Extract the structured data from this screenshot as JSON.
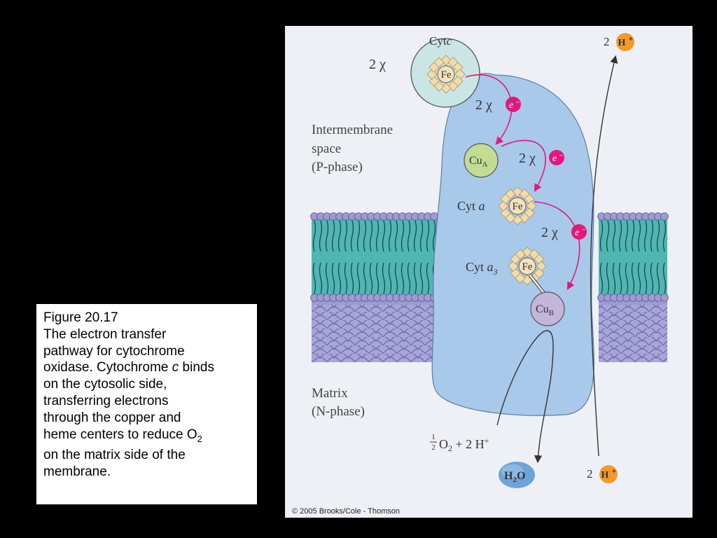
{
  "caption": {
    "figure_number": "Figure 20.17",
    "line1": "The electron transfer",
    "line2": "pathway for cytochrome",
    "line3_a": "oxidase. Cytochrome ",
    "line3_italic": "c",
    "line3_b": " binds",
    "line4": "on the cytosolic side,",
    "line5": "transferring electrons",
    "line6": "through the copper and",
    "line7_a": "heme centers to reduce O",
    "line7_sub": "2",
    "line8": "on the matrix side of the",
    "line9": "membrane."
  },
  "figure": {
    "cytc_label": "Cyt",
    "cytc_italic": "c",
    "fe_label": "Fe",
    "count_2chi": "2 χ",
    "electron_label": "e",
    "electron_charge": "–",
    "cua_label": "Cu",
    "cua_sub": "A",
    "cyta_label": "Cyt ",
    "cyta_italic": "a",
    "cyta3_label": "Cyt ",
    "cyta3_italic": "a",
    "cyta3_sub": "3",
    "cub_label": "Cu",
    "cub_sub": "B",
    "intermembrane_line1": "Intermembrane",
    "intermembrane_line2": "space",
    "intermembrane_line3": "(P-phase)",
    "matrix_line1": "Matrix",
    "matrix_line2": "(N-phase)",
    "h_count": "2",
    "h_label": "H",
    "h_charge": "+",
    "reactant_frac_num": "1",
    "reactant_frac_den": "2",
    "reactant_o": "O",
    "reactant_o_sub": "2",
    "reactant_rest": " + 2 H",
    "reactant_plus": "+",
    "product_h": "H",
    "product_sub": "2",
    "product_o": "O",
    "copyright": "© 2005 Brooks/Cole - Thomson"
  },
  "colors": {
    "background": "#000000",
    "panel": "#eef0f5",
    "protein": "#a9c9ea",
    "electron": "#e0197d",
    "proton": "#f39a2a",
    "water": "#6ea3d9",
    "cua": "#c3dc94",
    "cub": "#c4b5da",
    "cytc": "#c9e6e4",
    "heme": "#f1dcae",
    "lipid_head": "#9e9bd0",
    "membrane_core": "#4fb6b2"
  }
}
